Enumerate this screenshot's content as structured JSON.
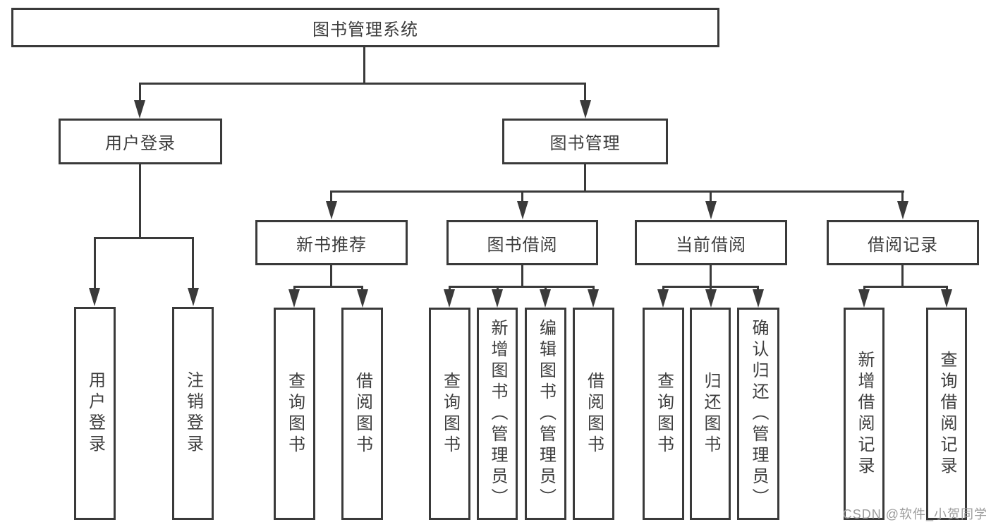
{
  "diagram_title": "图书管理系统",
  "watermark": "CSDN @软件_小贺同学",
  "colors": {
    "background": "#ffffff",
    "line": "#3a3a3a",
    "box_border": "#3a3a3a",
    "text": "#3d3d3d",
    "watermark": "#9c9c9c"
  },
  "tree": {
    "root": {
      "label": "图书管理系统"
    },
    "branches": [
      {
        "label": "用户登录",
        "children": [
          "用户登录",
          "注销登录"
        ]
      },
      {
        "label": "图书管理",
        "children": [
          {
            "label": "新书推荐",
            "children": [
              "查询图书",
              "借阅图书"
            ]
          },
          {
            "label": "图书借阅",
            "children": [
              "查询图书",
              "新增图书（管理员）",
              "编辑图书（管理员）",
              "借阅图书"
            ]
          },
          {
            "label": "当前借阅",
            "children": [
              "查询图书",
              "归还图书",
              "确认归还（管理员）"
            ]
          },
          {
            "label": "借阅记录",
            "children": [
              "新增借阅记录",
              "查询借阅记录"
            ]
          }
        ]
      }
    ]
  }
}
